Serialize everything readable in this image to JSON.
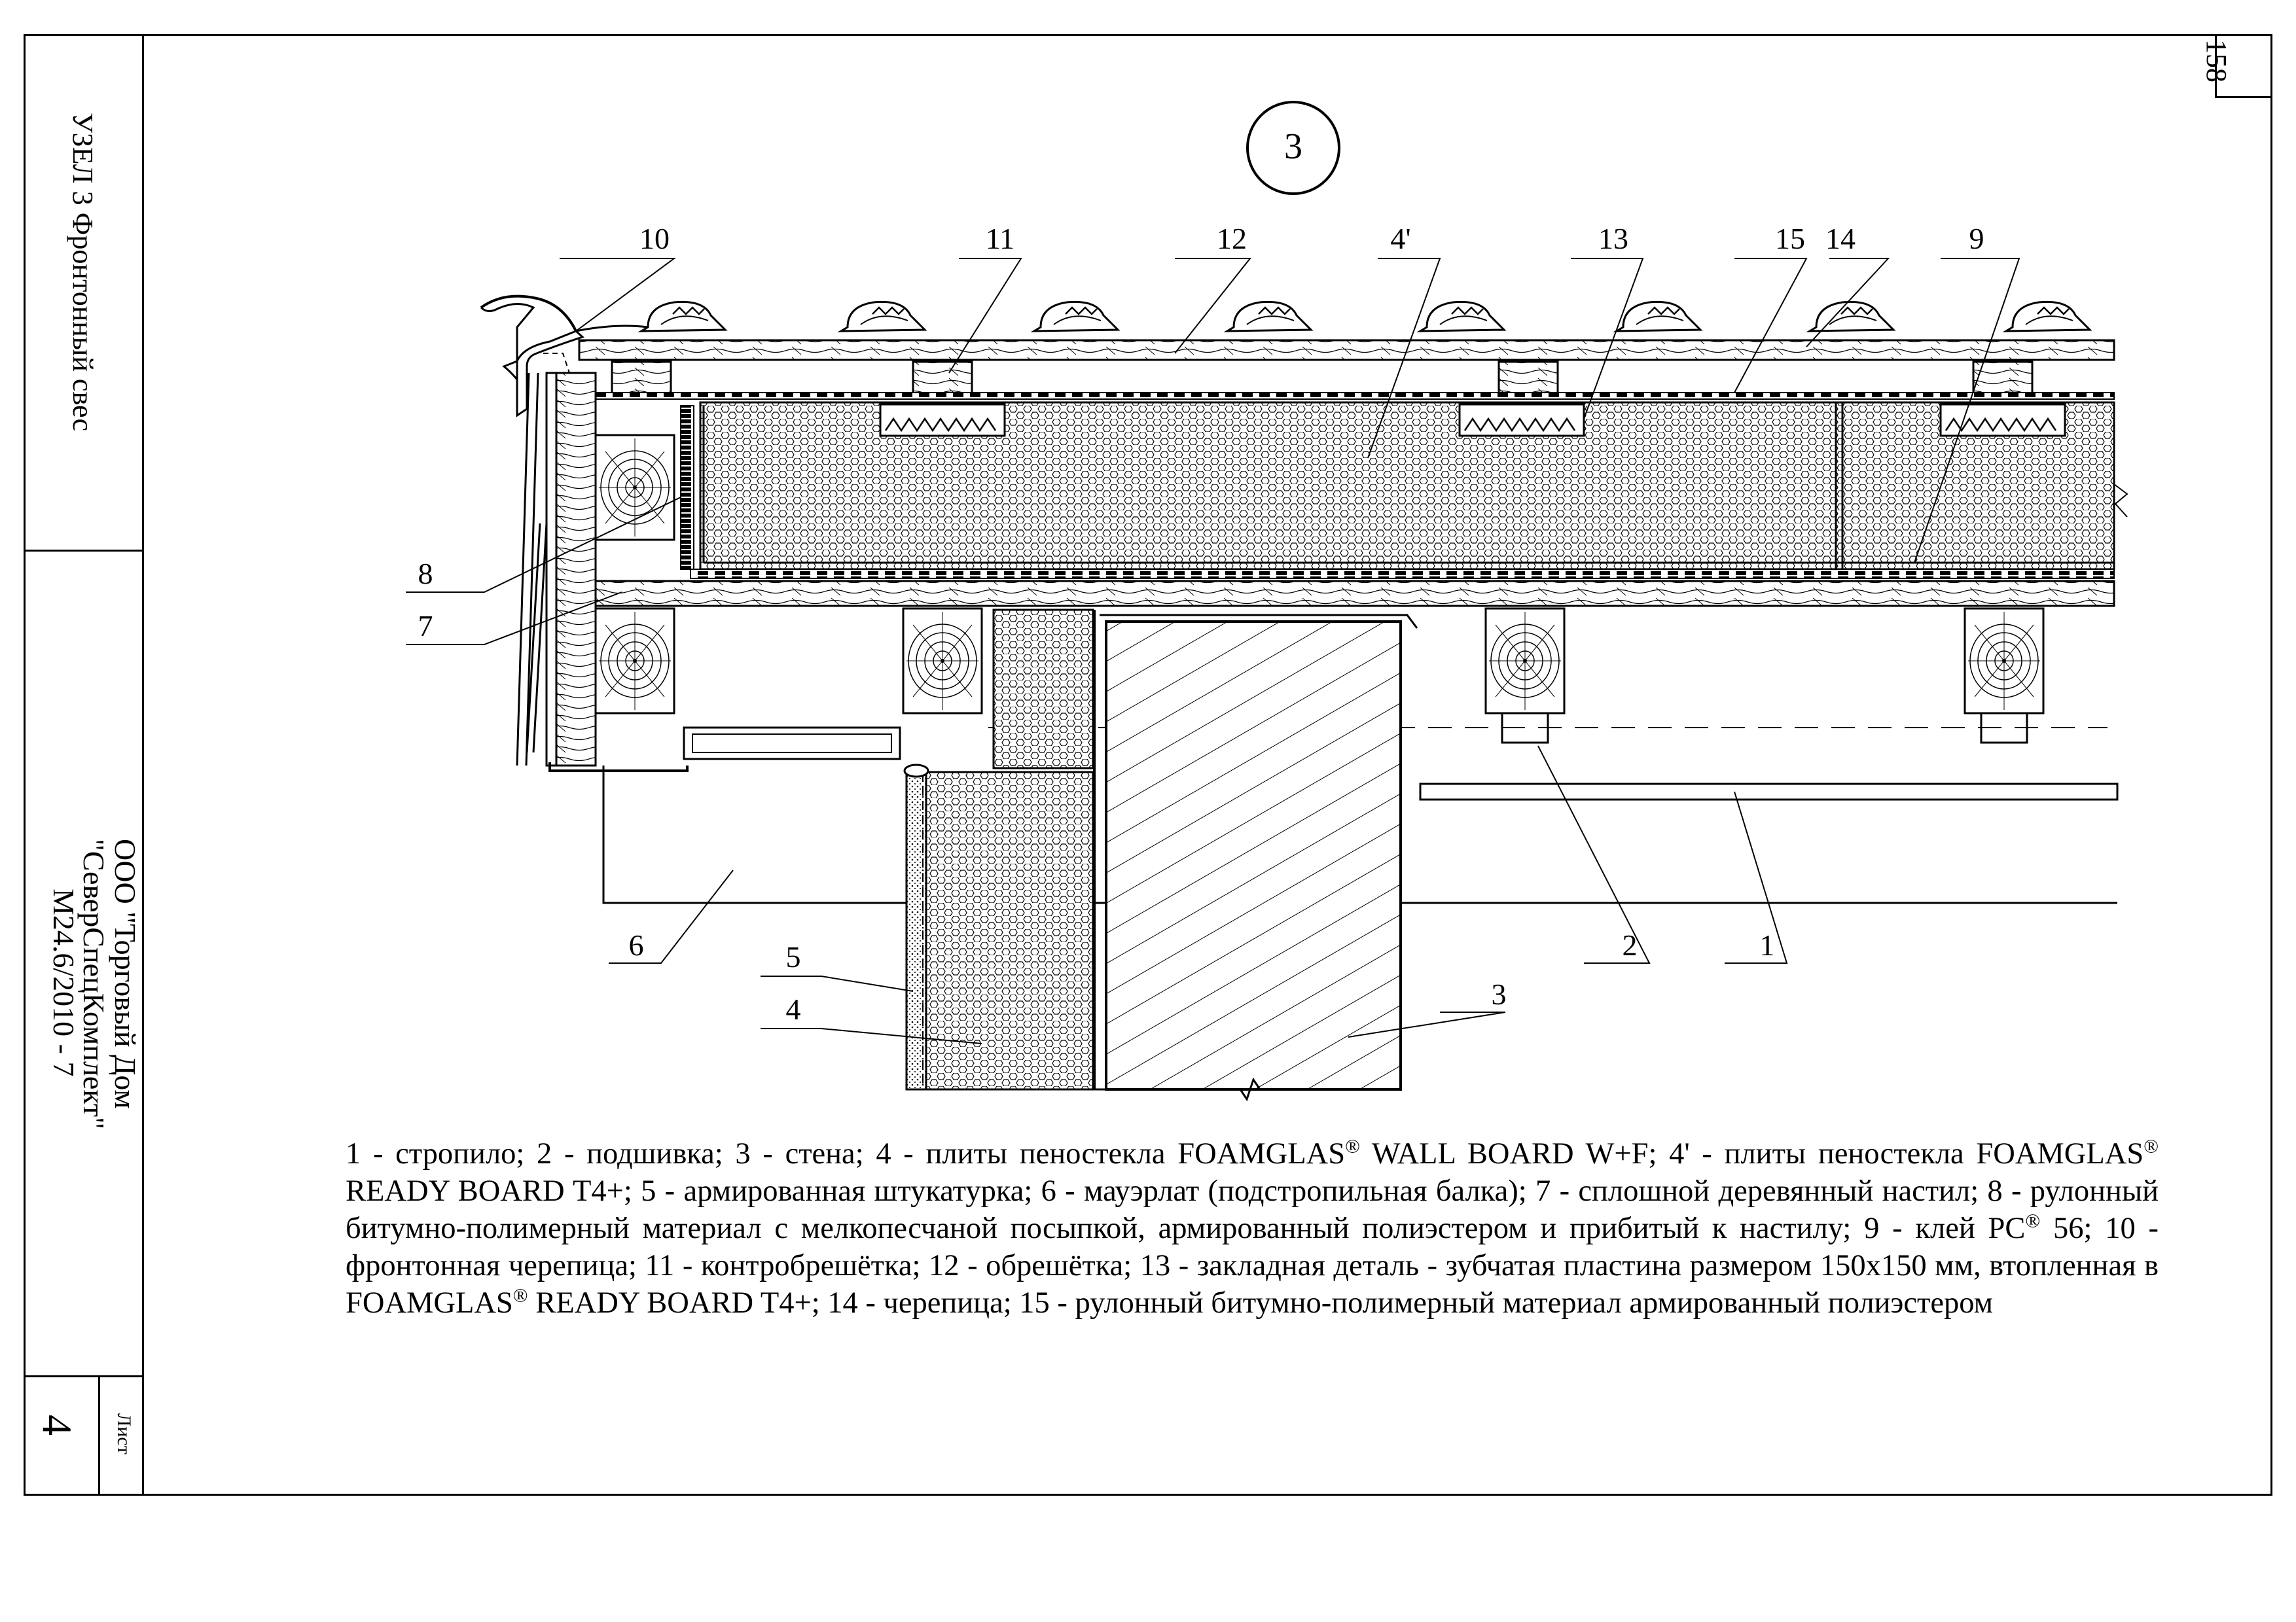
{
  "title_block": {
    "node_title": "УЗЕЛ 3 Фронтонный свес",
    "company_line1": "ООО \"Торговый Дом",
    "company_line2": "\"СеверСпецКомплект\"",
    "doc_code": "М24.6/2010 - 7",
    "sheet_label": "Лист",
    "sheet_value": "4",
    "page_number": "158"
  },
  "diagram": {
    "node_marker": "3",
    "callouts": [
      "10",
      "11",
      "12",
      "4'",
      "13",
      "15",
      "14",
      "9",
      "8",
      "7",
      "6",
      "5",
      "4",
      "3",
      "2",
      "1"
    ]
  },
  "legend": {
    "p1": "1 - стропило; 2 - подшивка; 3 - стена; 4 - плиты пеностекла FOAMGLAS",
    "p2": " WALL BOARD W+F; 4' - плиты пеностекла FOAMGLAS",
    "p3": " READY BOARD T4+; 5 - армированная штукатурка; 6 - мауэрлат (подстропильная балка); 7 - сплошной деревянный настил; 8 - рулонный битумно-полимерный материал с мелкопесчаной посыпкой, армированный полиэстером и прибитый к настилу; 9 - клей PC",
    "p4": " 56;  10 - фронтонная черепица; 11 - контробрешётка; 12 - обрешётка; 13 - закладная деталь - зубчатая пластина размером 150х150 мм, втопленная в FOAMGLAS",
    "p5": " READY BOARD T4+; 14 - черепица; 15 - рулонный  битумно-полимерный материал армированный полиэстером",
    "reg": "®"
  }
}
